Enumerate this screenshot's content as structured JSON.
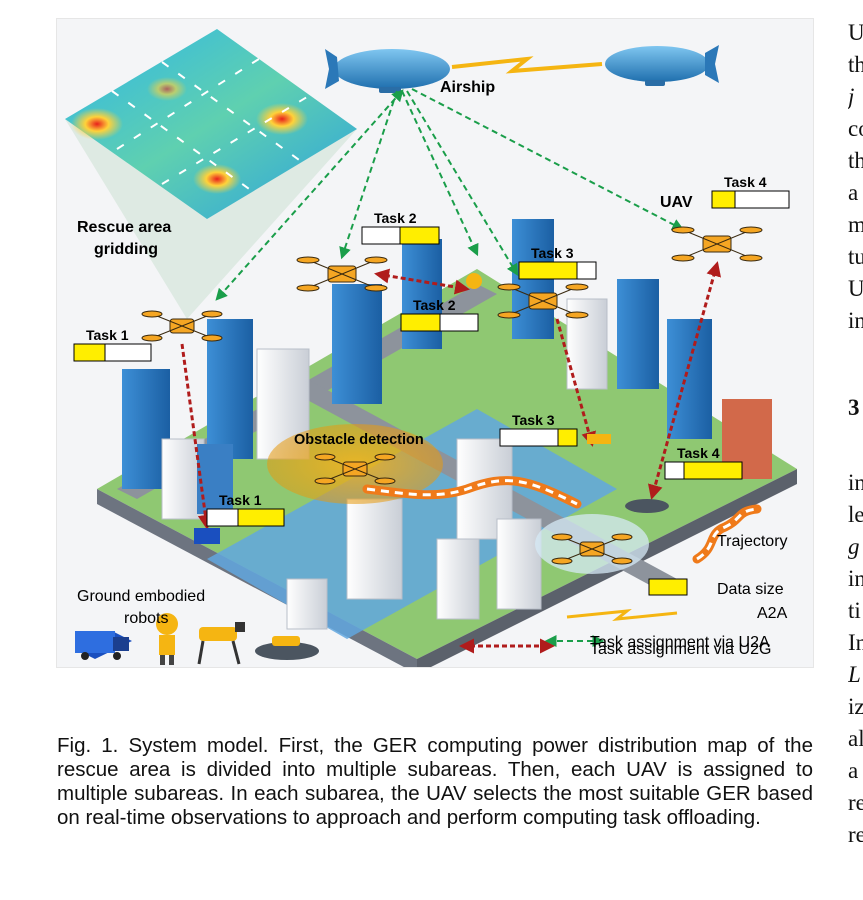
{
  "figure": {
    "labels": {
      "airship": "Airship",
      "rescue_area": "Rescue area",
      "gridding": "gridding",
      "uav": "UAV",
      "obstacle": "Obstacle detection",
      "ground_line1": "Ground embodied",
      "ground_line2": "robots",
      "trajectory": "Trajectory"
    },
    "tasks": [
      {
        "label": "Task 1",
        "fill": 0.4
      },
      {
        "label": "Task 2",
        "fill": 0.5
      },
      {
        "label": "Task 2",
        "fill": 0.5
      },
      {
        "label": "Task 3",
        "fill": 0.75
      },
      {
        "label": "Task 4",
        "fill": 0.3
      },
      {
        "label": "Task 3",
        "fill": 0.25
      },
      {
        "label": "Task 4",
        "fill": 0.75
      },
      {
        "label": "Task 1",
        "fill": 0.6
      }
    ],
    "legend": {
      "data_size": "Data size",
      "a2a": "A2A",
      "u2a": "Task assignment via U2A",
      "u2g": "Task assignment via U2G"
    },
    "colors": {
      "data_fill": "#ffee00",
      "u2a": "#1a9e4a",
      "u2g": "#b01c1c",
      "airship": "#3c8fd0",
      "drone": "#f5a623"
    }
  },
  "caption": "Fig. 1. System model. First, the GER computing power distribution map of the rescue area is divided into multiple subareas. Then, each UAV is assigned to multiple subareas. In each subarea, the UAV selects the most suitable GER based on real-time observations to approach and perform computing task offloading.",
  "right_column_fragments": [
    "U",
    "th",
    "j",
    "co",
    "th",
    "a",
    "m",
    "tu",
    "U",
    "in",
    "3",
    "in",
    "le",
    "g",
    "in",
    "ti",
    "In",
    "L",
    "iz",
    "al",
    "a",
    "re",
    "re"
  ]
}
